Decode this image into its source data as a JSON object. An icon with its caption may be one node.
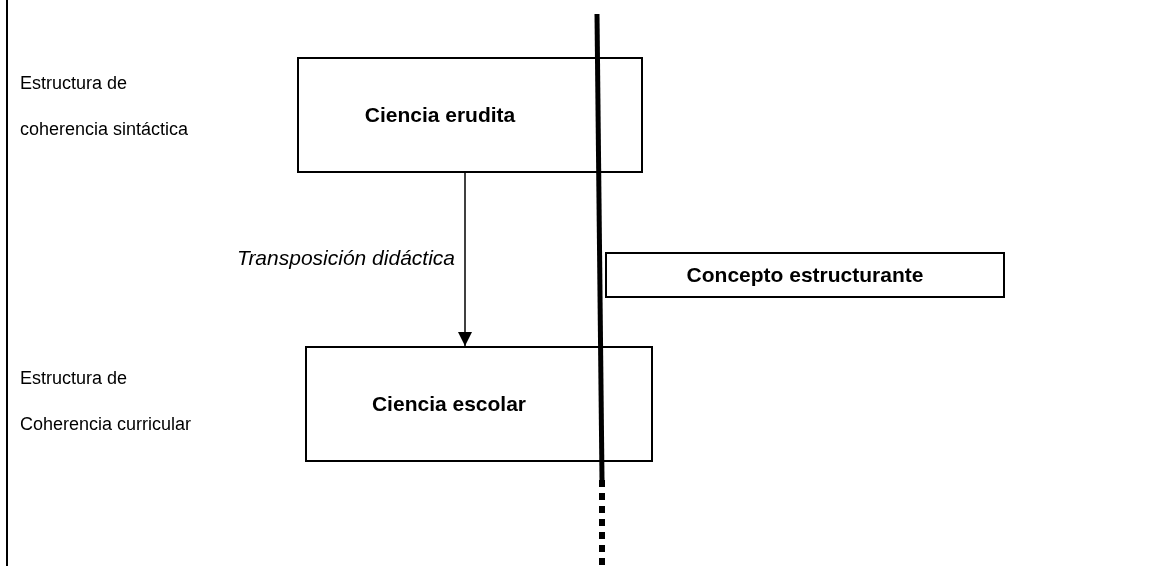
{
  "diagram": {
    "nodes": [
      {
        "text": [
          "Ciencia erudita"
        ]
      },
      {
        "text": [
          "Ciencia escolar"
        ]
      },
      {
        "text": [
          "Concepto estructurante"
        ]
      }
    ],
    "edges": [
      {
        "from": 0,
        "to": 1,
        "arrow": "to",
        "label": "Transposición didáctica"
      }
    ],
    "labels": [
      "Estructura de coherencia sintáctica",
      "Estructura de Coherencia curricular"
    ]
  }
}
